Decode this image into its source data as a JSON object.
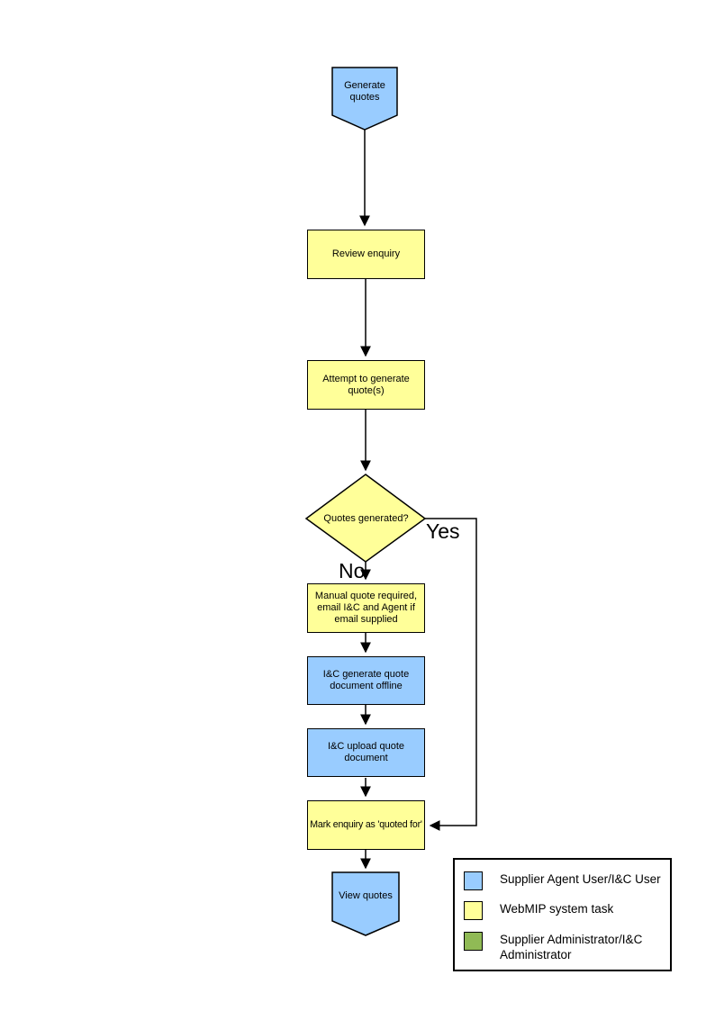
{
  "page": {
    "background_color": "#FFFFFF",
    "line_color": "#000000"
  },
  "flowchart": {
    "nodes": [
      {
        "id": "start",
        "type": "terminator",
        "label": "Generate quotes",
        "color": "#99CCFF"
      },
      {
        "id": "review-enquiry",
        "type": "process",
        "label": "Review enquiry",
        "color": "#FFFF99"
      },
      {
        "id": "attempt-generate",
        "type": "process",
        "label": "Attempt to generate quote(s)",
        "color": "#FFFF99"
      },
      {
        "id": "quotes-generated",
        "type": "decision",
        "label": "Quotes generated?",
        "color": "#FFFF99"
      },
      {
        "id": "manual-quote",
        "type": "process",
        "label": "Manual quote required, email I&C and Agent if email supplied",
        "color": "#FFFF99"
      },
      {
        "id": "ic-generate-offline",
        "type": "process",
        "label": "I&C generate quote document offline",
        "color": "#99CCFF"
      },
      {
        "id": "ic-upload-quote",
        "type": "process",
        "label": "I&C upload quote document",
        "color": "#99CCFF"
      },
      {
        "id": "mark-quoted-for",
        "type": "process",
        "label": "Mark enquiry as 'quoted for'",
        "color": "#FFFF99"
      },
      {
        "id": "view-quotes",
        "type": "terminator",
        "label": "View quotes",
        "color": "#99CCFF"
      }
    ],
    "edge_labels": {
      "yes": "Yes",
      "no": "No"
    }
  },
  "legend": {
    "items": [
      {
        "label": "Supplier Agent User/I&C User",
        "color": "#99CCFF"
      },
      {
        "label": "WebMIP system task",
        "color": "#FFFF99"
      },
      {
        "label": "Supplier Administrator/I&C Administrator",
        "color": "#90BA55"
      }
    ]
  }
}
